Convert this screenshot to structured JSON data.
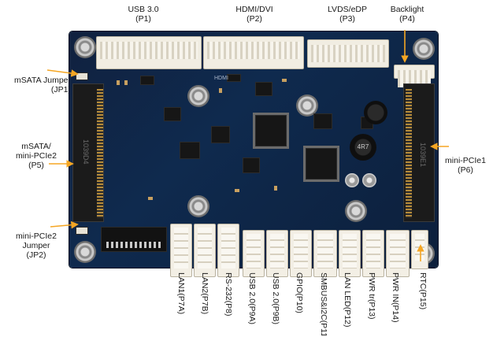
{
  "labels": {
    "usb30": {
      "line1": "USB 3.0",
      "line2": "(P1)"
    },
    "hdmi": {
      "line1": "HDMI/DVI",
      "line2": "(P2)"
    },
    "lvds": {
      "line1": "LVDS/eDP",
      "line2": "(P3)"
    },
    "backlight": {
      "line1": "Backlight",
      "line2": "(P4)"
    },
    "msata_jumper": {
      "line1": "mSATA Jumper",
      "line2": "(JP1)"
    },
    "msata_slot": {
      "line1": "mSATA/",
      "line2": "mini-PCIe2",
      "line3": "(P5)"
    },
    "minipcie1": {
      "line1": "mini-PCIe1",
      "line2": "(P6)"
    },
    "minipcie2_jumper": {
      "line1": "mini-PCIe2",
      "line2": "Jumper",
      "line3": "(JP2)"
    },
    "bottom": [
      "LAN1(P7A)",
      "LAN2(P7B)",
      "RS-232(P8)",
      "USB 2.0(P9A)",
      "USB 2.0(P9B)",
      "GPIO(P10)",
      "SMBUS&I2C(P11",
      "LAN LED(P12)",
      "PWR tr(P13)",
      "PWR IN(P14)",
      "RTC(P15)"
    ]
  },
  "board_marks": {
    "hdmi_silk": "HDMI",
    "left_slot_silk": "1039D4",
    "right_slot_silk": "1039E1",
    "inductor_mark": "4R7"
  },
  "colors": {
    "arrow": "#f5a623",
    "board": "#0f2a4e",
    "connector": "#f1ede2"
  }
}
